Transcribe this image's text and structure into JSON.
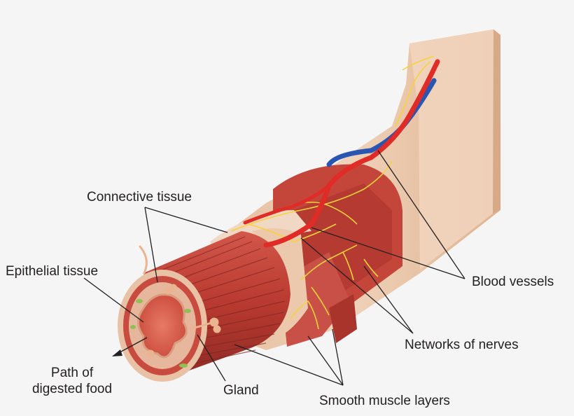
{
  "labels": {
    "connective_tissue": "Connective tissue",
    "epithelial_tissue": "Epithelial tissue",
    "path_line1": "Path of",
    "path_line2": "digested food",
    "gland": "Gland",
    "smooth_muscle_layers": "Smooth muscle layers",
    "networks_of_nerves": "Networks of nerves",
    "blood_vessels": "Blood vessels"
  },
  "colors": {
    "background": "#f5f5f5",
    "outer_wall": "#eac8ac",
    "muscle": "#c8473e",
    "muscle_dark": "#8e2e29",
    "lumen": "#d8614f",
    "artery": "#e02b26",
    "vein": "#2a56b3",
    "nerve": "#f5d33a",
    "gland_dot": "#8dc152",
    "leader_line": "#231f20"
  }
}
